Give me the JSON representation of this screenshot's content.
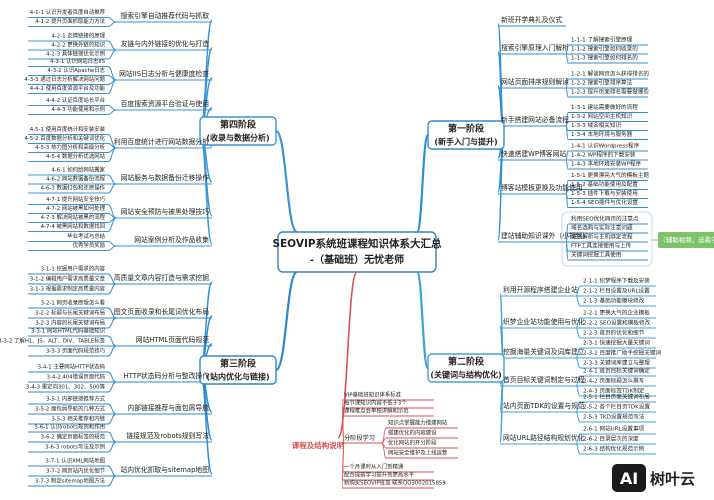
{
  "center": {
    "title": "SEOVIP系统班课程知识体系大汇总",
    "subtitle": "-（基础班）无忧老师"
  },
  "stages": [
    {
      "id": "s1",
      "title": "第一阶段",
      "subtitle": "(新手入门与提升)"
    },
    {
      "id": "s2",
      "title": "第二阶段",
      "subtitle": "(关键词与结构优化)"
    },
    {
      "id": "s3",
      "title": "第三阶段",
      "subtitle": "(站内优化与链接)"
    },
    {
      "id": "s4",
      "title": "第四阶段",
      "subtitle": "(收录与数据分析)"
    }
  ],
  "s1": [
    {
      "label": "新班开学典礼及仪式",
      "leaves": []
    },
    {
      "label": "搜索引擎原理入门解析",
      "leaves": [
        "1-1-1 了解搜索引擎原理",
        "1-1-2 搜索引擎如何收录的",
        "1-1-3 搜索引擎如何排名的"
      ]
    },
    {
      "label": "网站页面排序规则解读",
      "leaves": [
        "1-2-1 解读网页怎么获得排名的",
        "1-2-2 搜索引擎排序算法",
        "1-2-3 提升页面排名需要做哪些"
      ]
    },
    {
      "label": "新手搭建网站必备流程",
      "leaves": [
        "1-3-1 建站需要做好的流程",
        "1-3-2 网站空间主机知识",
        "1-3-3 域名相关知识",
        "1-3-4 本地环境与服务器"
      ]
    },
    {
      "label": "快速搭建WP博客网站",
      "leaves": [
        "1-4-1 认识Wordpress程序",
        "1-4-2 WP程序的下载安装",
        "1-4-3 本地环境安装WP程序"
      ]
    },
    {
      "label": "博客站模板更换及功能使用",
      "leaves": [
        "1-5-1 更换漂亮大气的模板主题",
        "1-5-2 基础功能使用及配置",
        "1-5-3 插件下载与安装使用",
        "1-5-4 SEO插件与优化设置"
      ]
    },
    {
      "label": "建站辅助知识课外（小视频）",
      "leaves": [
        "利用SEO优化网页的注意点",
        "域名选购与实际注意问题",
        "域名解析与主机绑定流程",
        "FTP工具连接使用与上传",
        "关键词挖掘工具使用"
      ],
      "note": "（辅助视频，选看学习）"
    }
  ],
  "s2": [
    {
      "label": "利用开源程序搭建企业站",
      "leaves": [
        "2-1-1 织梦程序下载及安装",
        "2-1-2 栏目设置及URL设置",
        "2-1-3 基础功能模块修改"
      ]
    },
    {
      "label": "织梦企业站功能使用与优化",
      "leaves": [
        "2-2-1 更换大气的企业模板",
        "2-2-2 SEO设置和模板修改",
        "2-2-3 首页的优化和细节"
      ]
    },
    {
      "label": "挖掘海量关键词及词库建立",
      "leaves": [
        "2-3-1 快速挖掘大量关键词",
        "2-3-2 百度推广助手挖掘关键词",
        "2-3-3 关键词库建立与整理"
      ]
    },
    {
      "label": "首页目标关键词制定与过程",
      "leaves": [
        "2-4-1 首页目标关键词确定",
        "2-4-2 页面标题怎么撰写",
        "2-4-3 页面标签TDK制定"
      ]
    },
    {
      "label": "站内页面TDK的设置与规范",
      "leaves": [
        "2-5-1 栏目页面关键词布局",
        "2-5-2 各个栏目页TDK设置",
        "2-5-3 TKD设置规范写法"
      ]
    },
    {
      "label": "网站URL路径结构规划优化",
      "leaves": [
        "2-6-1 网站URL设置事项",
        "2-6-2 目录层次的深度",
        "2-6-3 结构优化规范示例"
      ]
    }
  ],
  "s3": [
    {
      "label": "高质量文章内容打造与需求挖掘",
      "leaves": [
        "3-1-1 挖掘用户需求的内容",
        "3-1-2 编辑用户需求高质量文章",
        "3-1-3 根据需求制定高质量内容"
      ]
    },
    {
      "label": "图文页面收录和长尾词优化布局",
      "leaves": [
        "3-2-1 网页收录原理怎么看",
        "3-2-2 标题与长尾关键词布局",
        "3-2-3 内容的长尾关键词布局"
      ]
    },
    {
      "label": "网站HTML页面代码规范",
      "leaves": [
        "3-3-1 网站HTML代码基础知识",
        "3-3-2 了解H1、JS、ALT、DIV、TABLE标签",
        "3-3-3 页面代码规范技巧"
      ]
    },
    {
      "label": "HTTP状态码分析与整改操作",
      "leaves": [
        "3-4-1 主要网站HTTP状态码",
        "3-4-2 404错误页面代码",
        "3-4-3 重定向301、302、500等"
      ]
    },
    {
      "label": "内部链接推荐与面包屑导航",
      "leaves": [
        "3-5-1 内部链接推荐方式",
        "3-5-2 面包屑导航的几种方式",
        "3-5-3 相关推荐和内链"
      ]
    },
    {
      "label": "链接规范及robots规则写法",
      "leaves": [
        "3-6-1 认识robots规则和作用",
        "3-6-2 确定页面标签的规范",
        "3-6-3 robots写法及示例"
      ]
    },
    {
      "label": "站内优化抓取与sitemap地图",
      "leaves": [
        "3-7-1 认识XML网站地图",
        "3-7-2 网页站内优化细节",
        "3-7-3 制定sitemap地图方法"
      ]
    }
  ],
  "s4": [
    {
      "label": "搜索引擎自动推荐代码与抓取",
      "leaves": [
        "4-1-1 认识开发者百度自动推荐",
        "4-1-2 提升页面抓取能力方法"
      ]
    },
    {
      "label": "友链与内外链接的优化与打造",
      "leaves": [
        "4-2-1 友情链接的原理",
        "4-2-2 更换外链的知识",
        "4-2-3 具体链接优化示例"
      ]
    },
    {
      "label": "网站IIS日志分析与健康度检查",
      "leaves": [
        "4-3-1 认识网站日志IIS",
        "4-3-2 认识Apache日志",
        "4-3-3 通过日志分析解决网站问题",
        "4-4-1 使用百度资源平台及功能"
      ]
    },
    {
      "label": "百度搜索资源平台验证与使用",
      "leaves": [
        "4-4-2 认证百度站长平台",
        "4-4-3 功能使用和示例"
      ]
    },
    {
      "label": "利用百度统计进行网站数据分析",
      "leaves": [
        "4-5-1 使用百度统计和安装安装",
        "4-5-2 百度数据分析和关键词优化",
        "4-5-3 热力图分析和高级分析",
        "4-5-4 数据分析优选网站"
      ]
    },
    {
      "label": "网站服务与数据备份迁移操作",
      "leaves": [
        "4-6-1 如何给网站搬家",
        "4-6-2 网站数据备份流程",
        "4-6-3 数据打包和还原操作"
      ]
    },
    {
      "label": "网站安全预防与被黑处理技巧",
      "leaves": [
        "4-7-1 提升网站安全技巧",
        "4-7-2 网站被黑如何处理",
        "4-7-3 解决网站被黑的流程",
        "4-7-4 被黑网站和数据找回"
      ]
    },
    {
      "label": "网站案例分析及作品收集",
      "leaves": [
        "毕业考试与总结",
        "优秀学员奖励"
      ]
    }
  ],
  "extras": {
    "title": "课程及结构说明",
    "groups": [
      {
        "leaves": [
          "VIP基础班知识体系标准",
          "每节课知识内容不低于3个",
          "课程难点会单独讲解和示范"
        ]
      },
      {
        "label": "分阶段学习",
        "leaves": [
          "知识点掌握能力搭建网站",
          "搭建优化的内容建设",
          "优化网站的开分阶段",
          "网站安全维护及上线运营"
        ]
      },
      {
        "leaves": [
          "一个月课时从入门到精通",
          "配合提前学习提升到更高水平",
          "新购买SEOVIP班加 联系QQ3002015859"
        ]
      }
    ]
  },
  "watermark": {
    "logo": "AI",
    "text": "树叶云"
  },
  "colors": {
    "s1": "#2d8fd0",
    "s2": "#3fa3d8",
    "s3": "#2c89cc",
    "s4": "#3a94d3",
    "extras": "#d9534f",
    "note": "#7ec36b",
    "center_border": "#3a82c4"
  }
}
